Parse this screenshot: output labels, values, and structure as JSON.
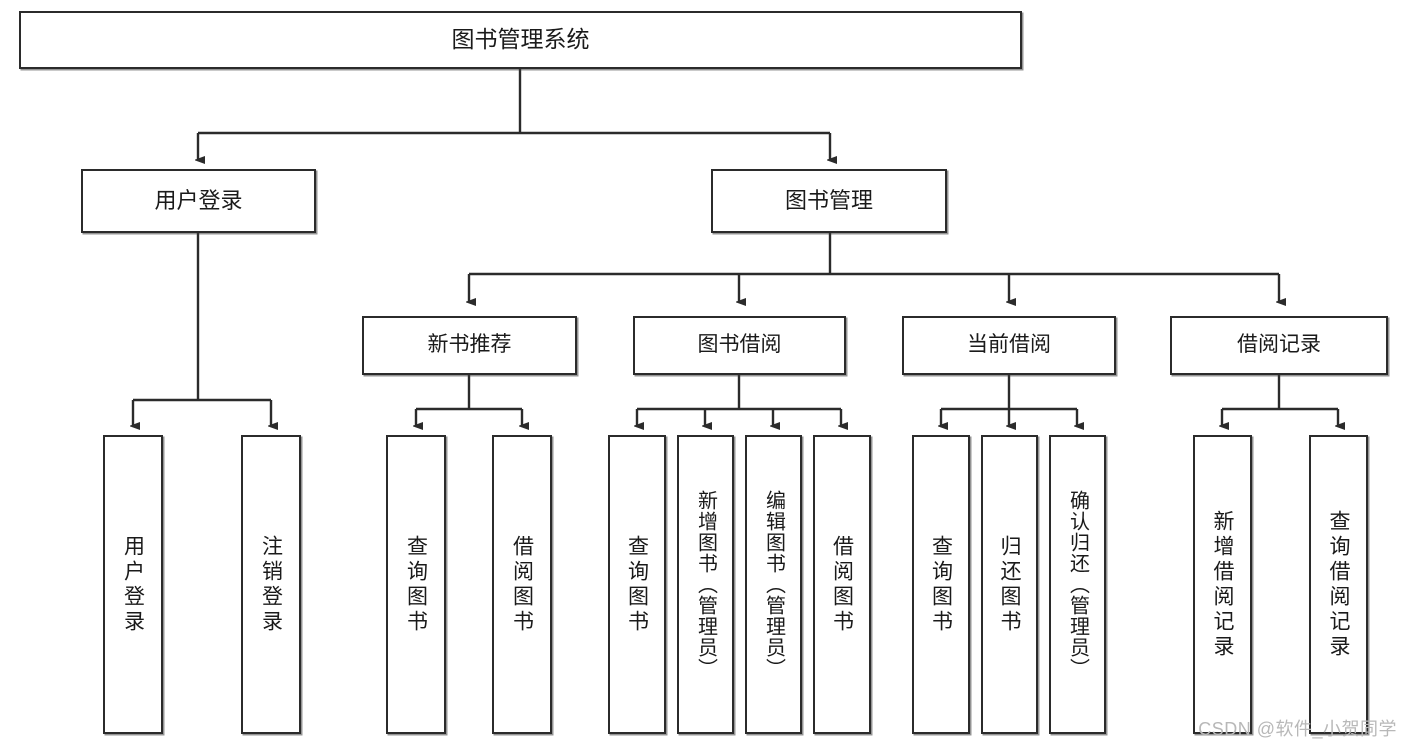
{
  "diagram": {
    "title": "图书管理系统",
    "type": "hierarchy-tree",
    "root": {
      "label": "图书管理系统"
    },
    "level2": [
      {
        "label": "用户登录"
      },
      {
        "label": "图书管理"
      }
    ],
    "level3": [
      {
        "label": "新书推荐"
      },
      {
        "label": "图书借阅"
      },
      {
        "label": "当前借阅"
      },
      {
        "label": "借阅记录"
      }
    ],
    "leaves": {
      "user_login": [
        {
          "label": "用户登录"
        },
        {
          "label": "注销登录"
        }
      ],
      "new_book_recommend": [
        {
          "label": "查询图书"
        },
        {
          "label": "借阅图书"
        }
      ],
      "book_borrow": [
        {
          "label": "查询图书"
        },
        {
          "label": "新增图书（管理员）"
        },
        {
          "label": "编辑图书（管理员）"
        },
        {
          "label": "借阅图书"
        }
      ],
      "current_borrow": [
        {
          "label": "查询图书"
        },
        {
          "label": "归还图书"
        },
        {
          "label": "确认归还（管理员）"
        }
      ],
      "borrow_record": [
        {
          "label": "新增借阅记录"
        },
        {
          "label": "查询借阅记录"
        }
      ]
    }
  },
  "watermark": {
    "text": "CSDN @软件_小贺同学"
  },
  "colors": {
    "border": "#2b2b2b",
    "background": "#ffffff",
    "text": "#1a1a1a",
    "watermark": "#b8b8b8"
  }
}
